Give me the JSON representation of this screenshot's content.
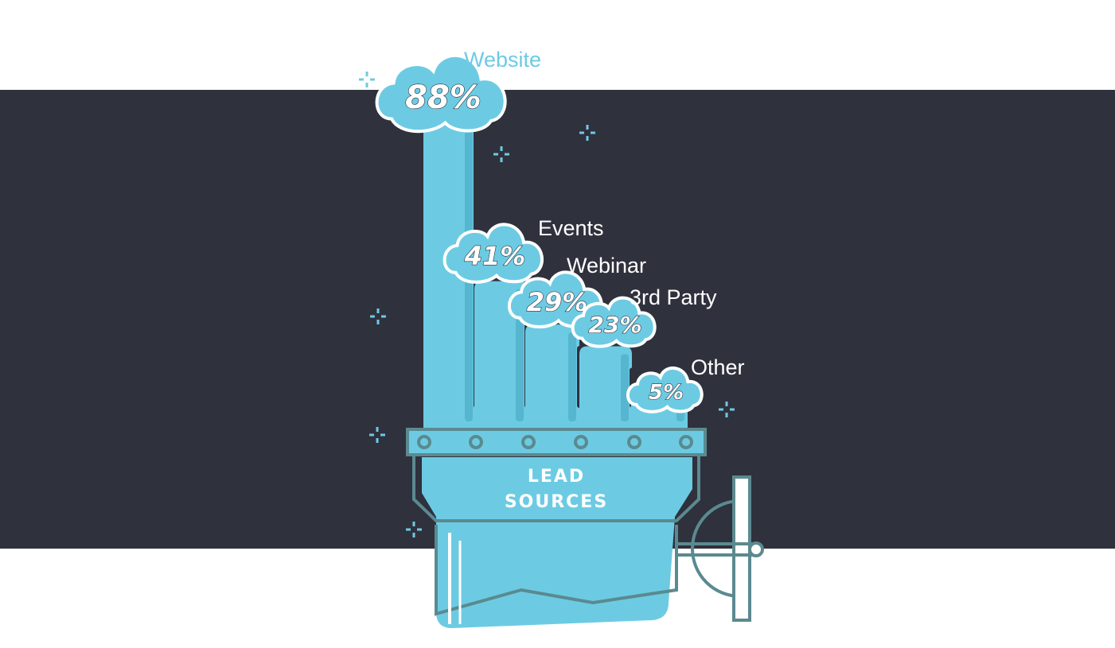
{
  "colors": {
    "background_band": "#2f313d",
    "dots": "#4a4d5b",
    "hand": "#6ccbe3",
    "hand_shadow": "#56b6cf",
    "outline": "#5a8a8f",
    "white": "#ffffff",
    "label_top": "#6ccbe3"
  },
  "center_label": {
    "line1": "LEAD",
    "line2": "SOURCES"
  },
  "chart_data": {
    "type": "bar",
    "title": "",
    "xlabel": "",
    "ylabel": "",
    "categories": [
      "Website",
      "Events",
      "Webinar",
      "3rd Party",
      "Other"
    ],
    "values": [
      88,
      41,
      29,
      23,
      5
    ],
    "value_labels": [
      "88%",
      "41%",
      "29%",
      "23%",
      "5%"
    ],
    "unit": "%",
    "ylim": [
      0,
      100
    ],
    "grid": false,
    "legend": "none"
  }
}
